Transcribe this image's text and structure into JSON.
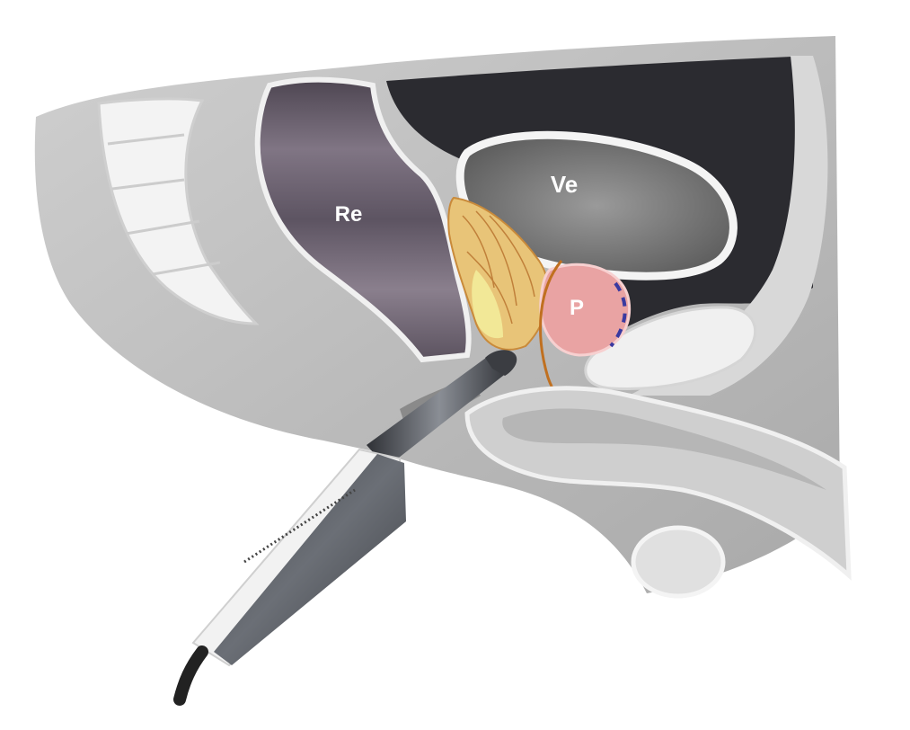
{
  "labels": {
    "rectum": "Re",
    "vesicle": "Ve",
    "prostate": "P"
  },
  "colors": {
    "background": "#ffffff",
    "body_tissue": "#bcbcbc",
    "bone": "#f2f2f2",
    "cavity": "#2a2a2e",
    "rectum_lumen": "#6e6470",
    "bladder_wall": "#f4f4f4",
    "bladder_inner": "#7a7a7a",
    "prostate": "#e9a3a3",
    "seminal_vesicle": "#e6c77a",
    "probe_body": "#f1f1f1",
    "probe_grip": "#5a5d63",
    "urethra_line": "#c07020"
  }
}
